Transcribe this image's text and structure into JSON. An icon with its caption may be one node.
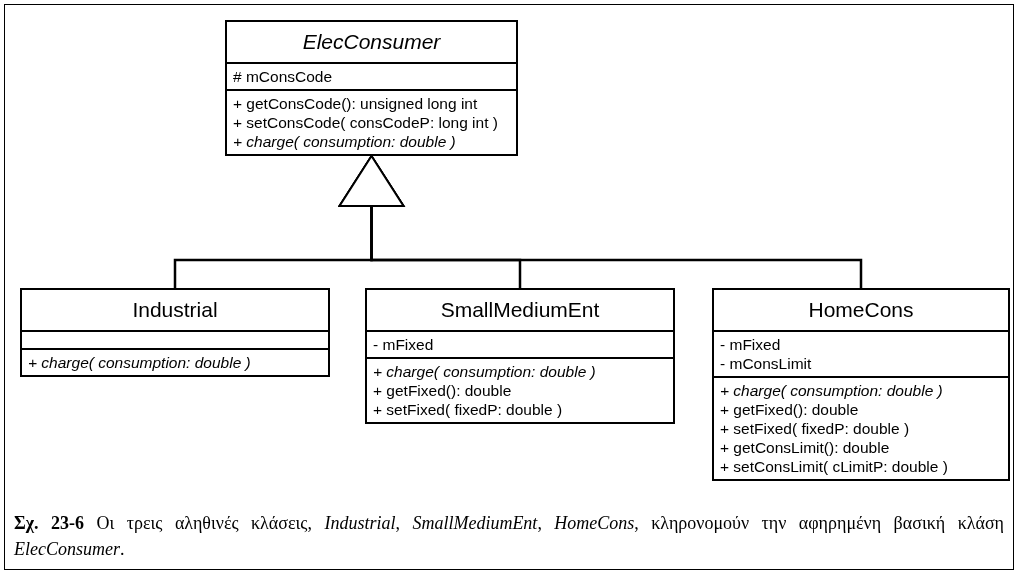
{
  "diagram": {
    "caption": "**Σχ. 23-6** Οι τρεις αληθινές κλάσεις, *Industrial*, *SmallMediumEnt*, *HomeCons*, κληρονομούν την αφηρημένη βασική κλάση *ElecConsumer*.",
    "nodes": [
      {
        "text": [
          "ElecConsumer",
          "# mConsCode",
          "+ getConsCode(): unsigned long int",
          "+ setConsCode( consCodeP: long int )",
          "+ charge( consumption: double )"
        ]
      },
      {
        "text": [
          "Industrial",
          "+ charge( consumption: double )"
        ]
      },
      {
        "text": [
          "SmallMediumEnt",
          "- mFixed",
          "+ charge( consumption: double )",
          "+ getFixed(): double",
          "+ setFixed( fixedP: double )"
        ]
      },
      {
        "text": [
          "HomeCons",
          "- mFixed",
          "- mConsLimit",
          "+ charge( consumption: double )",
          "+ getFixed(): double",
          "+ setFixed( fixedP: double )",
          "+ getConsLimit(): double",
          "+ setConsLimit( cLimitP: double )"
        ]
      }
    ],
    "edges": [
      {
        "from": 1,
        "to": 0,
        "arrow": "to"
      },
      {
        "from": 2,
        "to": 0,
        "arrow": "to"
      },
      {
        "from": 3,
        "to": 0,
        "arrow": "to"
      }
    ]
  }
}
